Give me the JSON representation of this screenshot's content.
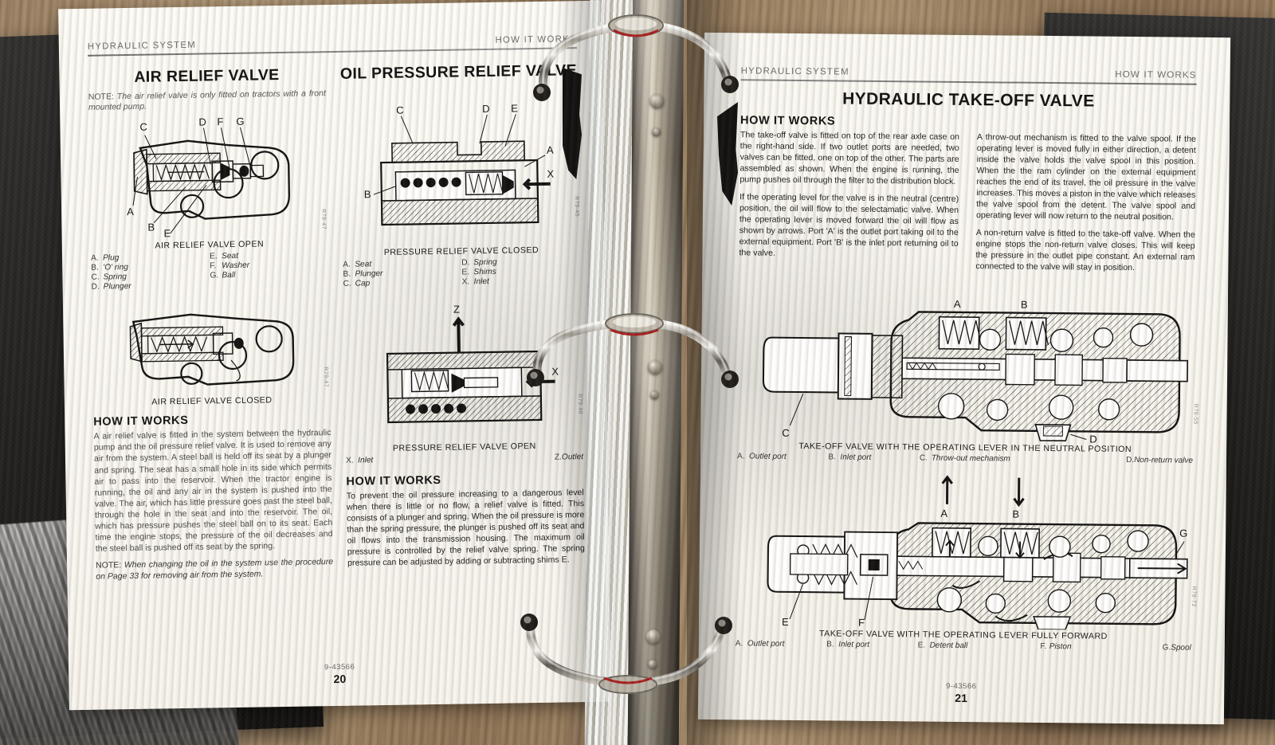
{
  "document": {
    "kind": "service-manual",
    "binder": "three-ring-binder"
  },
  "left_page": {
    "running_head_left": "HYDRAULIC SYSTEM",
    "running_head_right": "HOW IT WORKS",
    "column_a": {
      "title": "AIR RELIEF VALVE",
      "note_label": "NOTE:",
      "note_text": "The air relief valve is only fitted on tractors with a front mounted pump.",
      "figure_1": {
        "caption": "AIR RELIEF VALVE OPEN",
        "ref_code": "R78-47",
        "callouts": [
          "A",
          "B",
          "C",
          "D",
          "E",
          "F",
          "G"
        ]
      },
      "legend_left": [
        {
          "key": "A.",
          "value": "Plug"
        },
        {
          "key": "B.",
          "value": "'O' ring"
        },
        {
          "key": "C.",
          "value": "Spring"
        },
        {
          "key": "D.",
          "value": "Plunger"
        }
      ],
      "legend_right": [
        {
          "key": "E.",
          "value": "Seat"
        },
        {
          "key": "F.",
          "value": "Washer"
        },
        {
          "key": "G.",
          "value": "Ball"
        }
      ],
      "figure_2": {
        "caption": "AIR RELIEF VALVE CLOSED",
        "ref_code": "R79-47"
      },
      "how_it_works_heading": "HOW IT WORKS",
      "how_it_works_body": "A air relief valve is fitted in the system between the hydraulic pump and the oil pressure relief valve. It is used to remove any air from the system. A steel ball is held off its seat by a plunger and spring. The seat has a small hole in its side which permits air to pass into the reservoir. When the tractor engine is running, the oil and any air in the system is pushed into the valve. The air, which has little pressure goes past the steel ball, through the hole in the seat and into the reservoir. The oil, which has pressure pushes the steel ball on to its seat. Each time the engine stops, the pressure of the oil decreases and the steel ball is pushed off its seat by the spring.",
      "closing_note_label": "NOTE:",
      "closing_note_text": "When changing the oil in the system use the procedure on Page 33 for removing air from the system."
    },
    "column_b": {
      "title": "OIL PRESSURE RELIEF VALVE",
      "figure_1": {
        "caption": "PRESSURE RELIEF VALVE CLOSED",
        "ref_code": "R79-45",
        "callouts": [
          "A",
          "B",
          "C",
          "D",
          "E",
          "X"
        ]
      },
      "legend_left": [
        {
          "key": "A.",
          "value": "Seat"
        },
        {
          "key": "B.",
          "value": "Plunger"
        },
        {
          "key": "C.",
          "value": "Cap"
        }
      ],
      "legend_right": [
        {
          "key": "D.",
          "value": "Spring"
        },
        {
          "key": "E.",
          "value": "Shims"
        },
        {
          "key": "X.",
          "value": "Inlet"
        }
      ],
      "figure_2": {
        "caption": "PRESSURE RELIEF VALVE OPEN",
        "ref_code": "R79-46",
        "callouts": [
          "Z",
          "X"
        ]
      },
      "legend2_left": {
        "key": "X.",
        "value": "Inlet"
      },
      "legend2_right": {
        "key": "Z.",
        "value": "Outlet"
      },
      "how_it_works_heading": "HOW IT WORKS",
      "how_it_works_body": "To prevent the oil pressure increasing to a dangerous level when there is little or no flow, a relief valve is fitted. This consists of a plunger and spring. When the oil pressure is more than the spring pressure, the plunger is pushed off its seat and oil flows into the transmission housing. The maximum oil pressure is controlled by the relief valve spring. The spring pressure can be adjusted by adding or subtracting shims E."
    },
    "folio_part_number": "9-43566",
    "folio_page_number": "20"
  },
  "right_page": {
    "running_head_left": "HYDRAULIC SYSTEM",
    "running_head_right": "HOW IT WORKS",
    "title": "HYDRAULIC TAKE-OFF VALVE",
    "how_it_works_heading": "HOW IT WORKS",
    "column_a_paragraph_1": "The take-off valve is fitted on top of the rear axle case on the right-hand side. If two outlet ports are needed, two valves can be fitted, one on top of the other. The parts are assembled as shown. When the engine is running, the pump pushes oil through the filter to the distribution block.",
    "column_a_paragraph_2": "If the operating level for the valve is in the neutral (centre) position, the oil will flow to the selectamatic valve. When the operating lever is moved forward the oil will flow as shown by arrows. Port 'A' is the outlet port taking oil to the external equipment. Port 'B' is the inlet port returning oil to the valve.",
    "column_b_paragraph_1": "A throw-out mechanism is fitted to the valve spool. If the operating lever is moved fully in either direction, a detent inside the valve holds the valve spool in this position. When the the ram cylinder on the external equipment reaches the end of its travel, the oil pressure in the valve increases. This moves a piston in the valve which releases the valve spool from the detent. The valve spool and operating lever will now return to the neutral position.",
    "column_b_paragraph_2": "A non-return valve is fitted to the take-off valve. When the engine stops the non-return valve closes. This will keep the pressure in the outlet pipe constant. An external ram connected to the valve will stay in position.",
    "figure_1": {
      "caption": "TAKE-OFF VALVE WITH THE OPERATING LEVER IN THE NEUTRAL POSITION",
      "ref_code": "R78-55",
      "callouts": [
        "A",
        "B",
        "C",
        "D"
      ],
      "legend": [
        {
          "key": "A.",
          "value": "Outlet port"
        },
        {
          "key": "B.",
          "value": "Inlet port"
        },
        {
          "key": "C.",
          "value": "Throw-out mechanism"
        },
        {
          "key": "D.",
          "value": "Non-return valve"
        }
      ]
    },
    "figure_2": {
      "caption": "TAKE-OFF VALVE WITH THE OPERATING LEVER FULLY FORWARD",
      "ref_code": "R78-72",
      "callouts": [
        "A",
        "B",
        "E",
        "F",
        "G"
      ],
      "legend": [
        {
          "key": "A.",
          "value": "Outlet port"
        },
        {
          "key": "B.",
          "value": "Inlet port"
        },
        {
          "key": "E.",
          "value": "Detent ball"
        },
        {
          "key": "F.",
          "value": "Piston"
        },
        {
          "key": "G.",
          "value": "Spool"
        }
      ]
    },
    "folio_part_number": "9-43566",
    "folio_page_number": "21"
  },
  "colors": {
    "page": "#fbfaf6",
    "ink": "#111111",
    "binder_cover": "#1b1b1b",
    "desk_wood": "#9c8164",
    "chrome": "#d8d2c2"
  }
}
